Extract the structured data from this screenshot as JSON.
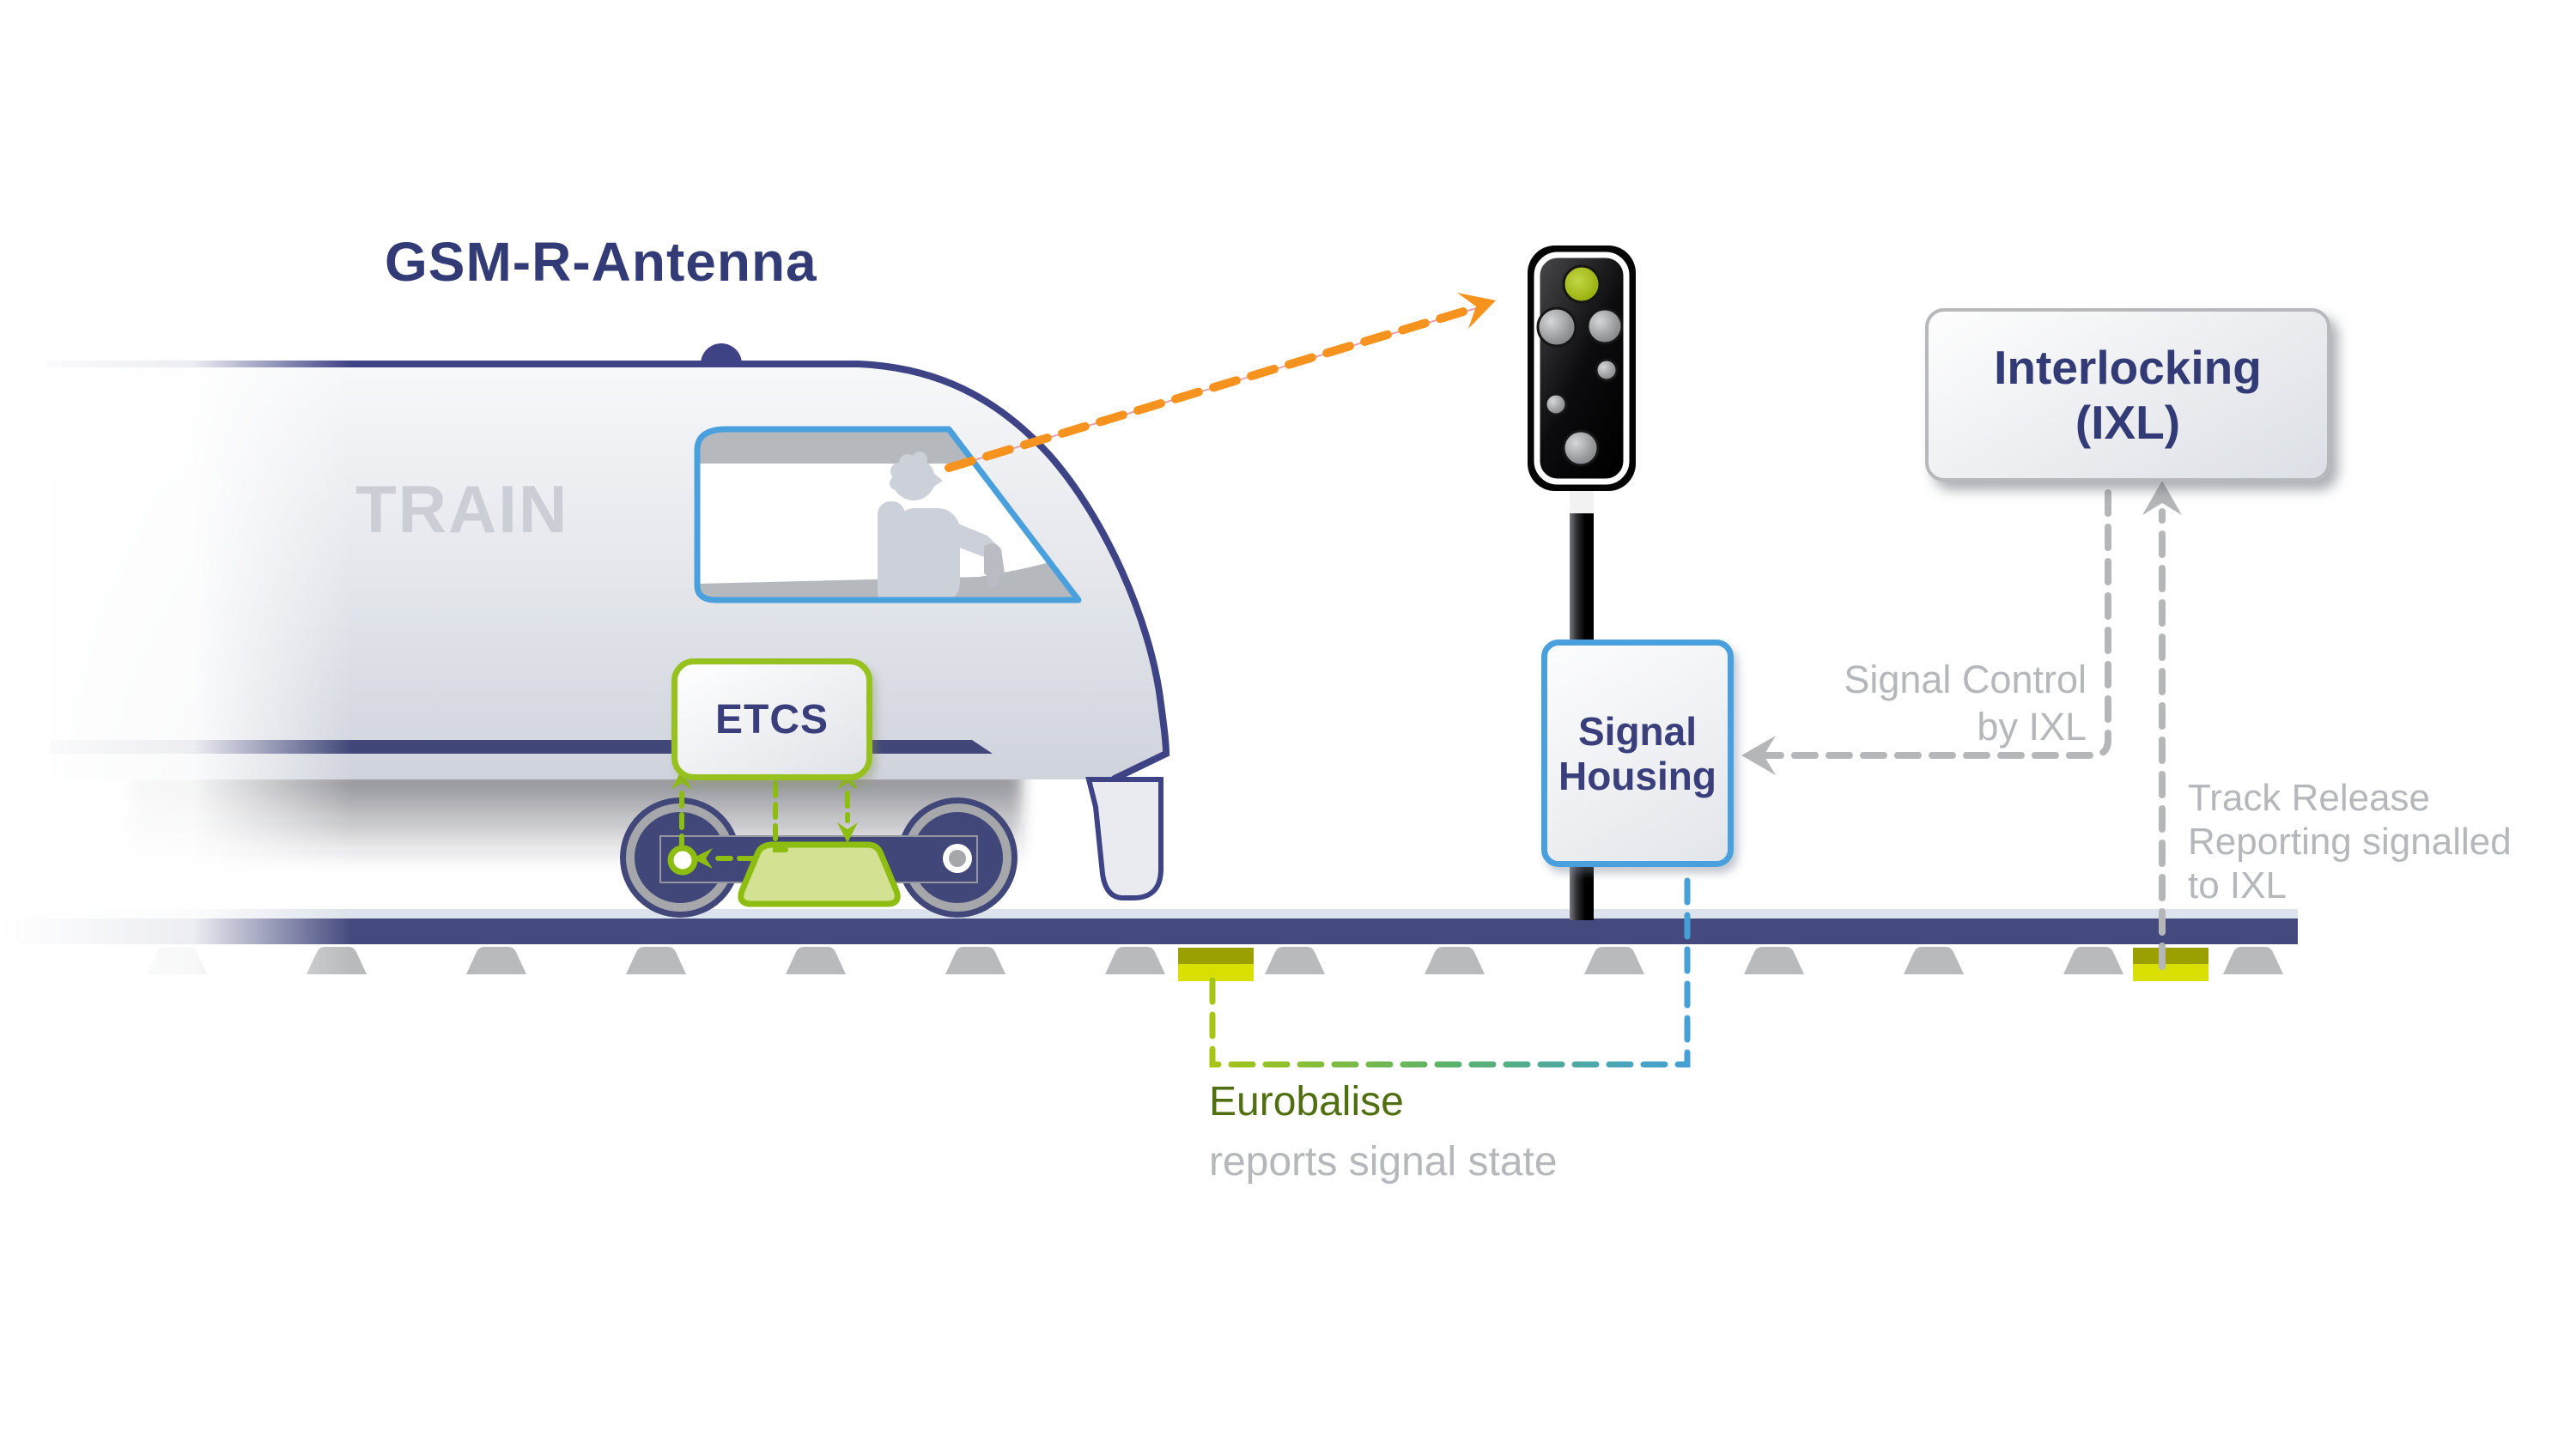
{
  "labels": {
    "gsm_antenna": "GSM-R-Antenna",
    "train": "TRAIN",
    "etcs": "ETCS",
    "signal_housing": {
      "line1": "Signal",
      "line2": "Housing"
    },
    "interlocking": {
      "line1": "Interlocking",
      "line2": "(IXL)"
    },
    "signal_control": {
      "line1": "Signal Control",
      "line2": "by IXL"
    },
    "track_release": {
      "line1": "Track Release",
      "line2": "Reporting signalled",
      "line3": "to IXL"
    },
    "eurobalise": {
      "line1": "Eurobalise",
      "line2": "reports signal state"
    }
  },
  "signal": {
    "aspect": "green"
  },
  "colors": {
    "navy_text": "#333b76",
    "navy_outline": "#3d4384",
    "track_navy": "#444a7e",
    "accent_green": "#96c11e",
    "arrow_green": "#8cbd10",
    "accent_blue": "#4aa0dc",
    "accent_orange": "#f6921e",
    "annotation_gray": "#b5b7ba",
    "eurobalise_green": "#4f6f10",
    "balise_olive": "#99a000",
    "balise_yellow": "#d9df00",
    "sleeper_gray": "#b9babc"
  }
}
